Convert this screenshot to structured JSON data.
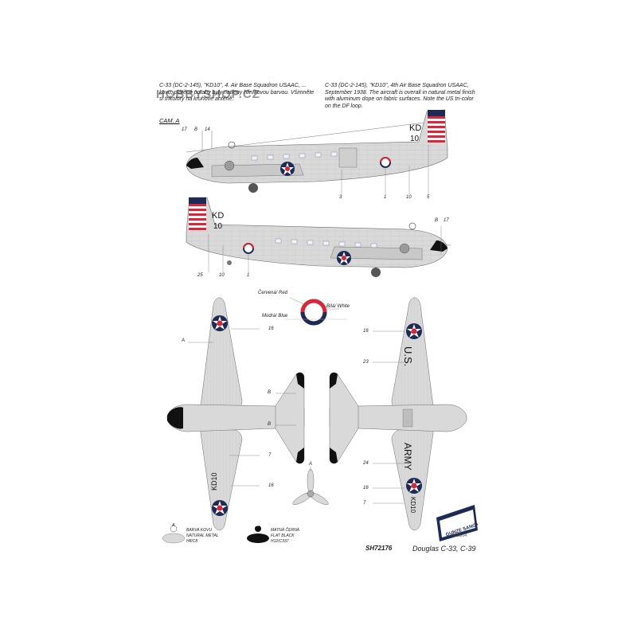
{
  "watermark": "HOBBYSHOP.CZ",
  "czech_note": "C-33 (DC-2-145), \"KD10\", 4. Air Base Squadron USAAC, ... kovu, plátěné potahy byly natřeny hliníkovou barvou. Všimněte si trikolory na kruhové anténě.",
  "english_note": "C-33 (DC-2-145), \"KD10\", 4th Air Base Squadron USAAC, September 1938. The aircraft is overall in natural metal finish with aluminum dope on fabric surfaces. Note the US tri-color on the DF loop.",
  "cam_label": "CAM. A",
  "aircraft_code": "KD",
  "aircraft_number": "10",
  "wing_code": "KD10",
  "us_marking": "U.S.",
  "army_marking": "ARMY",
  "callouts_side1": [
    "17",
    "B",
    "14",
    "3",
    "1",
    "10",
    "5"
  ],
  "callouts_side2": [
    "B",
    "17",
    "25",
    "10",
    "1"
  ],
  "callouts_plan_left": [
    "A",
    "16",
    "B",
    "B",
    "7",
    "16"
  ],
  "callouts_plan_right": [
    "16",
    "23",
    "24",
    "16",
    "7"
  ],
  "prop_label": "A",
  "legend_roundel": {
    "red": "Červená/ Red",
    "white": "Bílá/ White",
    "blue": "Modrá/ Blue"
  },
  "legend_a": {
    "letter": "A",
    "line1": "BARVA KOVU",
    "line2": "NATURAL METAL",
    "line3": "H8/C8"
  },
  "legend_b": {
    "letter": "B",
    "line1": "MATNÁ ČERNÁ",
    "line2": "FLAT BLACK",
    "line3": "H12/C337"
  },
  "sku": "SH72176",
  "product_title": "Douglas C-33, C-39",
  "date_code": "2008/04",
  "brand_name": "GUNZE SANGYO",
  "colors": {
    "metal": "#d9d9d9",
    "metal_dark": "#b5b5b5",
    "red": "#d6283b",
    "blue": "#1d2a55",
    "black": "#111111"
  }
}
